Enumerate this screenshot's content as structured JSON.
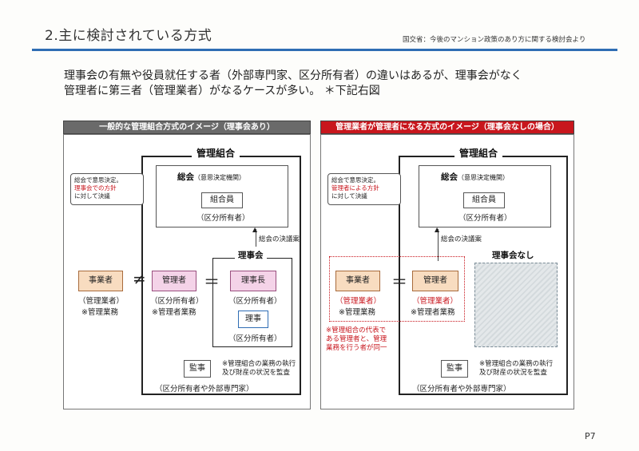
{
  "header": {
    "title": "2.主に検討されている方式",
    "source": "国交省：今後のマンション政策のあり方に関する検討会より"
  },
  "intro": {
    "line1": "理事会の有無や役員就任する者（外部専門家、区分所有者）の違いはあるが、理事会がなく",
    "line2": "管理者に第三者（管理業者）がなるケースが多い。 ＊下記右図"
  },
  "left": {
    "heading": "一般的な管理組合方式のイメージ（理事会あり）",
    "association": "管理組合",
    "general_meeting": "総会",
    "general_meeting_note": "（意思決定機関）",
    "members": "組合員",
    "members_sub": "（区分所有者）",
    "bubble_line1": "総会で意思決定。",
    "bubble_line2": "理事会での方針",
    "bubble_line3": "に対して決議",
    "resolution_label": "総会の決議案",
    "board": "理事会",
    "contractor": "事業者",
    "contractor_sub": "（管理業者）",
    "contractor_note": "※管理業務",
    "not_equal": "≠",
    "manager": "管理者",
    "manager_sub": "（区分所有者）",
    "manager_note": "※管理者業務",
    "equal": "＝",
    "chairman": "理事長",
    "chairman_sub": "（区分所有者）",
    "director": "理事",
    "director_sub": "（区分所有者）",
    "auditor": "監事",
    "auditor_note1": "※管理組合の業務の執行",
    "auditor_note2": "及び財産の状況を監査",
    "auditor_sub": "（区分所有者や外部専門家）"
  },
  "right": {
    "heading": "管理業者が管理者になる方式のイメージ（理事会なしの場合）",
    "association": "管理組合",
    "general_meeting": "総会",
    "general_meeting_note": "（意思決定機関）",
    "members": "組合員",
    "members_sub": "（区分所有者）",
    "bubble_line1": "総会で意思決定。",
    "bubble_line2": "管理者による方針",
    "bubble_line3": "に対して決議",
    "resolution_label": "総会の決議案",
    "no_board": "理事会なし",
    "contractor": "事業者",
    "contractor_sub": "（管理業者）",
    "contractor_note": "※管理業務",
    "equal": "＝",
    "manager": "管理者",
    "manager_sub": "（管理業者）",
    "manager_note": "※管理者業務",
    "red_note1": "※管理組合の代表で",
    "red_note2": "ある管理者と、管理",
    "red_note3": "業務を行う者が同一",
    "auditor": "監事",
    "auditor_note1": "※管理組合の業務の執行",
    "auditor_note2": "及び財産の状況を監査",
    "auditor_sub": "（区分所有者や外部専門家）"
  },
  "footer": {
    "page": "P7"
  },
  "colors": {
    "accent_blue": "#2f6db4",
    "heading_red": "#c8161d",
    "heading_grey": "#6a6a6a"
  }
}
